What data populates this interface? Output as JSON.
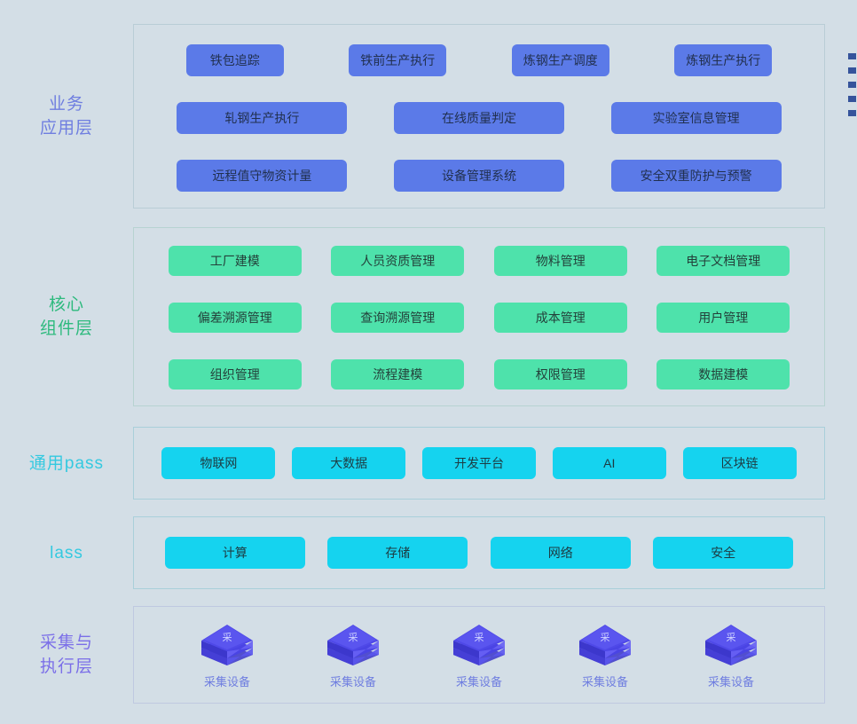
{
  "layers": [
    {
      "id": "business",
      "label": "业务\n应用层",
      "label_color": "#6f7ee0",
      "pill_color": "#5b7ae8",
      "rows": [
        [
          "铁包追踪",
          "铁前生产执行",
          "炼钢生产调度",
          "炼钢生产执行"
        ],
        [
          "轧钢生产执行",
          "在线质量判定",
          "实验室信息管理"
        ],
        [
          "远程值守物资计量",
          "设备管理系统",
          "安全双重防护与预警"
        ]
      ]
    },
    {
      "id": "core",
      "label": "核心\n组件层",
      "label_color": "#2eba7e",
      "pill_color": "#4ee2ab",
      "rows": [
        [
          "工厂建模",
          "人员资质管理",
          "物料管理",
          "电子文档管理"
        ],
        [
          "偏差溯源管理",
          "查询溯源管理",
          "成本管理",
          "用户管理"
        ],
        [
          "组织管理",
          "流程建模",
          "权限管理",
          "数据建模"
        ]
      ]
    },
    {
      "id": "paas",
      "label": "通用pass",
      "label_color": "#34c9e0",
      "pill_color": "#15d3ef",
      "rows": [
        [
          "物联网",
          "大数据",
          "开发平台",
          "AI",
          "区块链"
        ]
      ]
    },
    {
      "id": "iaas",
      "label": "lass",
      "label_color": "#34c9e0",
      "pill_color": "#15d3ef",
      "rows": [
        [
          "计算",
          "存储",
          "网络",
          "安全"
        ]
      ]
    },
    {
      "id": "acquisition",
      "label": "采集与\n执行层",
      "label_color": "#7b6fe8",
      "device_glyph": "采",
      "devices": [
        "采集设备",
        "采集设备",
        "采集设备",
        "采集设备",
        "采集设备"
      ]
    }
  ],
  "business": {
    "label": "业务\n应用层",
    "row_a": [
      "铁包追踪",
      "铁前生产执行",
      "炼钢生产调度",
      "炼钢生产执行"
    ],
    "row_b": [
      "轧钢生产执行",
      "在线质量判定",
      "实验室信息管理"
    ],
    "row_c": [
      "远程值守物资计量",
      "设备管理系统",
      "安全双重防护与预警"
    ]
  },
  "core": {
    "label": "核心\n组件层",
    "row_a": [
      "工厂建模",
      "人员资质管理",
      "物料管理",
      "电子文档管理"
    ],
    "row_b": [
      "偏差溯源管理",
      "查询溯源管理",
      "成本管理",
      "用户管理"
    ],
    "row_c": [
      "组织管理",
      "流程建模",
      "权限管理",
      "数据建模"
    ]
  },
  "paas": {
    "label": "通用pass",
    "items": [
      "物联网",
      "大数据",
      "开发平台",
      "AI",
      "区块链"
    ]
  },
  "iaas": {
    "label": "lass",
    "items": [
      "计算",
      "存储",
      "网络",
      "安全"
    ]
  },
  "acquisition": {
    "label": "采集与\n执行层",
    "devices": [
      "采集设备",
      "采集设备",
      "采集设备",
      "采集设备",
      "采集设备"
    ]
  },
  "colors": {
    "page_background": "#d3dee6",
    "business_pill": "#5b7ae8",
    "business_label": "#6f7ee0",
    "core_pill": "#4ee2ab",
    "core_label": "#2eba7e",
    "platform_pill": "#15d3ef",
    "platform_label": "#34c9e0",
    "acquisition_label": "#7b6fe8",
    "device_body": "#4b4fe0",
    "edge_marker": "#35539b"
  },
  "edge_markers": 5
}
